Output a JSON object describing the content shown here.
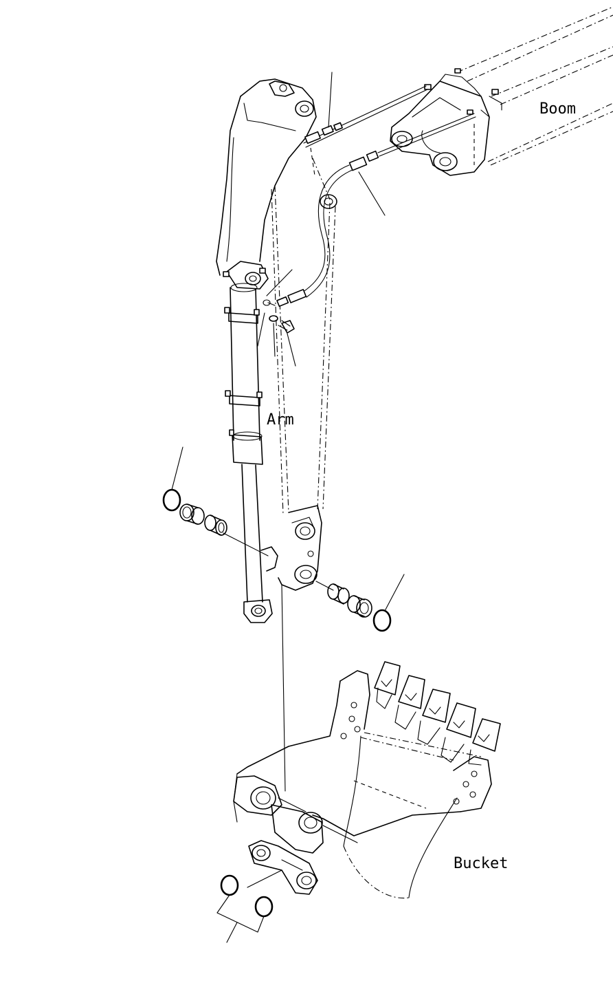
{
  "labels": {
    "boom": "Boom",
    "arm": "Arm",
    "bucket": "Bucket"
  },
  "colors": {
    "line": "#000000",
    "background": "#ffffff"
  }
}
